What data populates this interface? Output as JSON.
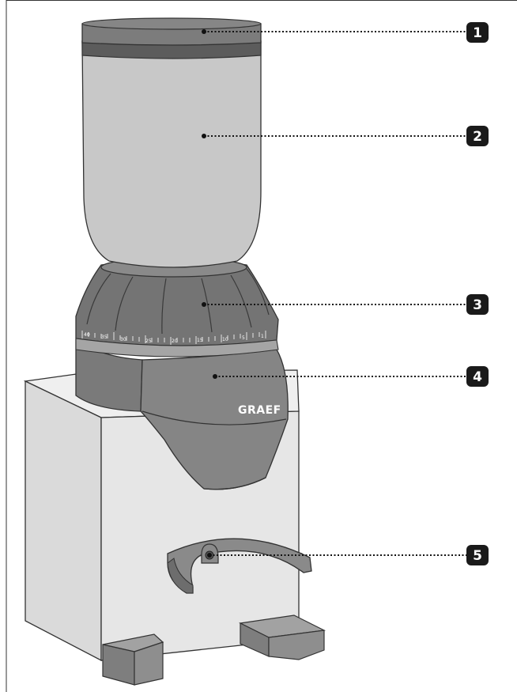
{
  "brand_label": "GRAEF",
  "scale_numbers": [
    "40",
    "35",
    "30",
    "25",
    "20",
    "15",
    "10",
    "5",
    "1"
  ],
  "callouts": [
    {
      "number": "1",
      "part": "bean container lid"
    },
    {
      "number": "2",
      "part": "bean container"
    },
    {
      "number": "3",
      "part": "grind setting ring"
    },
    {
      "number": "4",
      "part": "grinder head"
    },
    {
      "number": "5",
      "part": "portafilter holder"
    }
  ],
  "colors": {
    "lid": "#7a7a7a",
    "lid_band": "#5d5d5d",
    "container": "#c7c7c7",
    "ring": "#6f6f6f",
    "scale_band": "#a3a3a3",
    "housing": "#e8e8e8",
    "housing_side": "#d6d6d6",
    "feet": "#8a8a8a",
    "badge": "#1a1a1a"
  }
}
